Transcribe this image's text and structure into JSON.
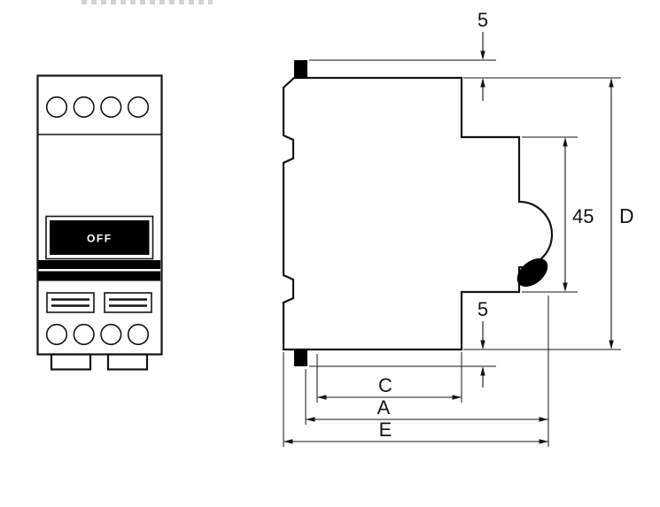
{
  "page": {
    "background": "#ffffff"
  },
  "drawing": {
    "colors": {
      "line": "#141414",
      "solid_fill": "#000000",
      "background": "#ffffff"
    },
    "front_view": {
      "toggle_label": "OFF"
    },
    "dimensions": {
      "top_offset": "5",
      "handle_window_height": "45",
      "overall_height": "D",
      "bottom_offset": "5",
      "width_c": "C",
      "width_a": "A",
      "width_e": "E"
    }
  }
}
